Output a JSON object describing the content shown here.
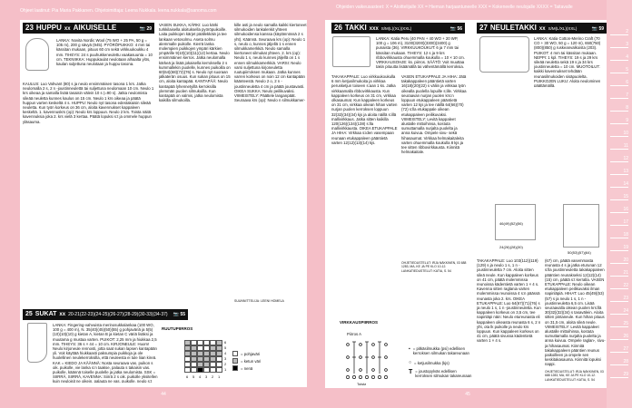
{
  "credits_left": "Ohjeet laatinut: Pia Maria Pakkanen. Ohjetoimittaja: Leena Nukkala. leena.nukkala@sanoma.com",
  "credits_right": "Ohjeiden vaikeusasteet: X = Aloittelijalle  XX = Hieman harjaantuneelle  XXX = Kokeneelle neulojalle  XXXX = Taitavalle",
  "left_page": {
    "page_number": "44",
    "p23": {
      "num": "23",
      "title": "HUPPU",
      "stars": "xx",
      "sub": "AIKUISELLE",
      "photo": "29",
      "body": "LANKA: Novita Nordic Wool (75 WO + 25 PA, 50 g = 105 m), 200 g sävyä (945). PYÖRÖPUIKKO: 4 mm tai kässitan mukaan, pituus 60 cm sekä virkkuukoukku 4 mm. TIHEYS: 24 s puuhukkeneulettu vaakasuunta = 10 cm. TEKNIIKKA: Huppukaulat neulotaan alhaalta ylös, kaulan suljettuna neulotaan ja huppu tasona.",
      "col1": "KAULUS: Luo Vahvant (80) s ja neulo ensimmäisen tasona 1 krs. Jatka neulomalla 2 s, 2 n -joustinneulettä tai suljettuna neulomaan 10 cm. Neulo 1 krs oikeaa ja samalla lisää tasaisin välein 10 s (=90 s). Jatka neulomista sileää neuletta kunnes kaulus on 15 cm. Neulo 1 krs oikeaa ja päätä huppun varten keskeltä 4 s. HUPPU: Neulo nyt tasona edestakaisin sileää neuletta. Kun työn korkeus on 36 cm, aloita kavennukset kappaleen keskeltä. 1. kavennuskrs (op): Neulo krs loppuun. Neulo 2 krs. Toista näitä kavennuksia joka 2. krs vielä 3 kertaa. Päätä lopuksi s:t ja ommele huppun yläsauma.",
      "col2": "VASEN SUKKA, KÄRKI: Luo kärki turkkilaisella aloituksella pyöröpuikoille. Laita puikkojen kärjet päällekkäin ja tee lankaan vetosolmu. Aseta solmu alemmalle puikolle. Kierrä lanka molempien puikkojen ympäri kärkien ympärille 9(10)(10)(11)(12) kertaa. Neulo ensimmäinen kerros. Jatka neulomalla kärkeä ja lisää jokaisella kerroksella 2 s kummallekin puolelle, kunnes puikoilla on 60(64)(68)(72)(76) s. Neulo nyt suoraan jalkaterän osuus. Kun sukan pituus on 15 cm, aloita kantapää. KANTAPÄÄ: Neulo kantapää lyhennetyillä kerroksilla ylemmän puolen silmukoilla. Kun kantapää on valmis, jatka neulomista kaikilla silmukoilla.",
      "col3": "kille asti ja neulo samalla kaikki kiertoneet silmukoiden lankalenkit yhteen silmukoidensa kanssa (käytännössä 2 s yht). Käännä. Seuraava krs (op): Neulo 1 s, neulo o, kunnes jäljellä 1 s ennen silmukkamerkkiä. Neulo samalla kiertoneet silmukat yhteen. 2. krs (op): Neulo 1 s, neulo kunnes jäljellä on 1 s ennen silmukkamerkkiä. VARSI: Neulo varsi suljettuna kirjoneuletta ruutupiirroksen mukaan. Jatka kunnes varren korkeus on noin 12 cm kantapään käänteestä. Neulo 2 o, 2 n -joustinneuletta 4 cm ja päätä joustavasti. OIKEA SUKKA: Neulo peilikuvaksi. VIIMEISTELY: Päättele langanpäät. Seuraava krs (op): Neulo n silmukkamer-",
      "col3_note": "SUUNNITTELIJA: LEENI HOMELA"
    },
    "p24": {
      "title": "24 PIKANA PUKUILTA, kaulari, ohje on sivulla 30."
    },
    "p25": {
      "num": "25",
      "title": "SUKAT",
      "stars": "xx",
      "sizes": "20-21(22-23)(24-25)(26-27)(28-29)(30-33)(34-37)",
      "photo": "55",
      "body": "LANKA: Fingering-vahvuista merinosukkalankaa (100 WO, 100 g = 400 m), N. 35(40)(45)(50)(55) g pohjaväriä ja 5(5)(10)(10)(10) g kietan A, kietan B ja kietan C väriä lisäksi ja muutama g mustaa varten. PUIKOT: 2,25 mm ja hiukkaa 2,5 mm. TIHEYS: 36 s × 44 = 10 cm. KIRJONEULE: Huom! Neulo kirjoneule rennosti, jotta saat sukan lapsen kantapään yli. Voit käyttää hiukkaasti paksumpia puikkoja ja ole huolellinen neulekerroksilla, että neuleesta ei tule liian kireä. KAK = KIEDO JA KÄÄNNÄ: Nosta seuraava vas. puikon s oik. puikolle, vie lanka s:n taakse, palauta s takaisin vas. puikolle, käännä toiselle puolelle ja jatka neulomista. SSK = SIIRRÄ, SIIRRÄ, KAVENNA: Siirrä 2 s oik. puikolle yksitellen kuin neuloisit ne oikein, palauta ne vas. puikolle, neulo s:t takareunoistaan yhteen. TEKNIIKKA: Sukat neulotaan kärjestä varteen."
    },
    "chart": {
      "title": "RUUTUPIIRROS",
      "rows": [
        "1",
        "2",
        "3",
        "4",
        "5",
        "6"
      ],
      "cols": [
        "6",
        "5",
        "4",
        "3",
        "2",
        "1"
      ],
      "legend": [
        "= pohjaväri",
        "= ketun väri",
        "= nenä"
      ],
      "colors": {
        "base": "#ffffff",
        "fox": "#bdbdbd",
        "nose": "#000000"
      }
    }
  },
  "right_page": {
    "page_number": "45",
    "p26": {
      "num": "26",
      "title": "TAKKI",
      "stars": "xxx",
      "sizes": "S/M(L)(XL)(XXL)",
      "photo": "56",
      "body": "LANKA: Katia Peru (40 PAN + 40 WO + 20 WP, 100 g = 106 m), 3100(3200)(3300)(3400) g punaista (36). VIRKKUUKOUKUT: 6 ja 7 mm tai kässitan mukaan. TIHEYS: 12 s ja 9 krs ribbovirkkausta ohuemmalla koukulla = 10 × 10 cm. VIRKKAUSOHJE: ks. piirros. SÄÄTÖ: Voit muuttaa takin pituutta lisäämällä tai vähentämällä kerroksia.",
      "col1": "TAKAKAPPALE: Luo virkkuukoukulla 6 mm ketjusilmukoita ja virkkaa perusketjun toiseen s:aan 1 ks. Jatka virkkaamalla ribbovirkkausta. Kun kappaleen korkeus on 31 cm, virkkaa olkasaumat. Kun kappaleen korkeus on 31 cm, virkkaa oikean hihan varten nurjan puolen kerroksen loppuun 32(32)(34)(34) kjs ja aloita näillä s:illä mallivirkkaus. Jatka sitten kaikilla 120(126)(134)(138) s:lla mallivirkkausta. OIKEA ETUKAPPALE JA HIHA: Virkkaa s:iden vasempaan reunaan etukappaleen pääntietä varten 12(12)(13)(14) kjs.",
      "col2": "VASEN ETUKAPPALE JA HIHA: Jätä takakappaleen pääntietä varten 16(18)(20)(22) s väliin ja virkkaa työn oikealla puolella lopuille s:ille. Virkkaa seuraavan nurjan puolen krs:n loppuun etukappaleen pääntietä varten 12 kjs ja tee näillä 64(66)(70)(72) s:lla etukappale oikean etukappaleen peilikuvaksi. VIIMEISTELY: Levitä kappaleet alustalle mittoihinsa, kostuta sumuttamalla nurjalta puolelta ja anna kuivua. Ompele sivu- sekä hihasaumat. Virkkaa helmakaitaleita varten ohuemmalla koukulla 8 kjs ja tee sitten ribbovirkkausta. Kiinnitä helmakaitale.",
      "col2_note": "OHJETIEDUSTELUT: IRJA NÄKKINEN, 03 688 1283, MA, KE JA PE KLO 10-12. LANKATIEDUSTELUT: KATIA, S. 54",
      "chart_title": "VIRKKAUSPIIRROS",
      "chart_sub": "Piirros A",
      "chart_label": "Toista",
      "legend": [
        "= pitkäsilmukka (psi) edellisen kerroksen silmukan takareunaan",
        "= ketjusilmukka (kjs)",
        "= joustopylväs edellisen kerroksen silmukan takareunaan"
      ]
    },
    "p27": {
      "num": "27",
      "title": "NEULETAKKI",
      "stars": "xx",
      "sizes": "S/M(L/XL)(XXL)",
      "photo": "59",
      "body": "LANKA: Katia Cotton-Merino Craft (70 CO + 30 WO, 50 g = 120 m), 650(750)(800)(850) g ruskeanvalkoista (203). PUIKOT: 4 mm tai kässitan mukaan. NEPPI: 1 kpl. TIHEYS: 19 s ja 29 krs sileää neuletta sekä 19 s ja 34 krs joustinneuletta = 10 cm. MUOTOILUT: kaikki kavennukset tehdään reunasilmukoiden sisäpuolelta. PUIKKOJEN LUKU: Aloita neulominen päättämällä.",
      "measure1": "46(49)(52)(56)",
      "measure2": "24(26)(28)(30)",
      "measure3": "50(53)(57)(64)",
      "col1": "TAKAKAPPALE: Luo 103(112)(119)(129) s ja neulo 1 s, 1 n -joustinneuletta 7 cm. Aloita sitten sileä neule. Kun kappaleen korkeus on 41 cm, päätä molemmissa reunoissa kädentietä varten 1 × 4 s. Kavenna sitten raglania varten molemmissa reunoissa 4 s:n päässä reunasta joka 2. krs. OIKEA ETUKAPPALE: Luo 64(67)(71)(76) s ja neulo 1 s, 1 n -joustinneuletta. Kun kappaleen korkeus on 3,5 cm, tee napinläpi näin: Neulo etureunasta eli kappaleen oikeasta reunasta 6 s, 2 n yht, ota lk puikolle ja neulo krs loppuun. Kun kappaleen korkeus on 41 cm, päätä sivussa kädentietä varten 1 × 4 s.",
      "col2": "(67) cm, päätä vasemmasta reunasta 4 s ja jatka eturunan 12 s:lla joustinneuletta takakappaleen pääntien reunakseksi 12(12)(14)(15) cm, päätä s:t kerralla. VASEN ETUKAPPALE: Neulo oikean etukappaleen peilikuvaksi ilman napinläpiä. HIHAT: Luo 45(49)(53)(57) s ja neulo 1 s, 1 n -joustinneuletta 6,5 cm. Lisää seuraavalla oikean puolen krs:llä 30(32)(32)(34) s tasavälein. Aloita sitten pintaneule. Kun hihan pituus on 31,5 cm, aloita sileä neule. VIIMEISTELY: Levitä kappaleet alustalle mittoihinsa, kostuta sumuttamalla nurjalta puolelta ja anna kuivua. Ompele raglan-, sivu- ja hihasaumat. Kiinnitä takakappaleen pääntien reunus paikoilleen ja ompele sen keskitakasauma. Kiinnitä lopuksi nappi.",
      "col2_note": "OHJETIEDUSTELUT: IRJA NÄKKINEN, 03 688 1283, MA, KE JA PE KLO 10-12. LANKATIEDUSTELUT: KATIA, S. 54"
    }
  },
  "ruler": [
    "2",
    "3",
    "4",
    "5",
    "6",
    "7",
    "8",
    "9",
    "10",
    "11",
    "12",
    "13",
    "14",
    "15",
    "16",
    "17",
    "18",
    "19",
    "20",
    "21",
    "22",
    "23",
    "24",
    "25",
    "26",
    "27",
    "28",
    "29"
  ]
}
